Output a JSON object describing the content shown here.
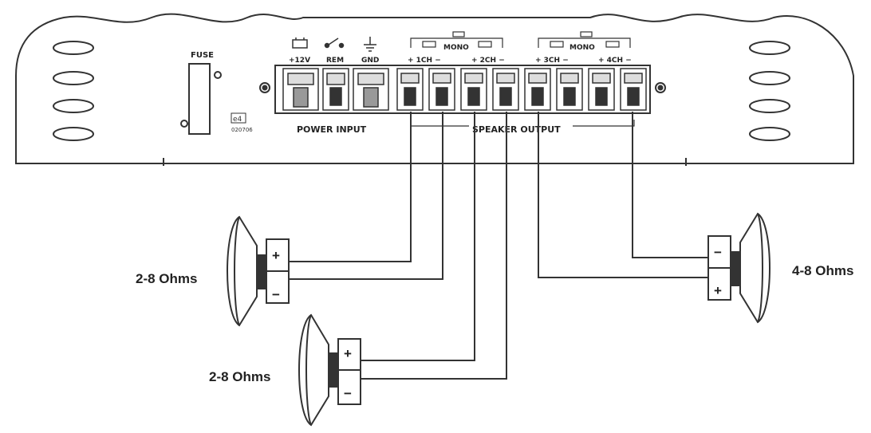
{
  "amplifier": {
    "fuse_label": "FUSE",
    "power_terminals": [
      "+12V",
      "REM",
      "GND"
    ],
    "power_input_label": "POWER INPUT",
    "speaker_output_label": "SPEAKER OUTPUT",
    "channel_labels": [
      "+ 1CH −",
      "+ 2CH −",
      "+ 3CH −",
      "+ 4CH −"
    ],
    "mono_label": "MONO",
    "small_code": "e4",
    "small_number": "020706"
  },
  "speakers": {
    "left_upper": {
      "ohms_label": "2-8 Ohms",
      "plus": "+",
      "minus": "−"
    },
    "left_lower": {
      "ohms_label": "2-8 Ohms",
      "plus": "+",
      "minus": "−"
    },
    "right": {
      "ohms_label": "4-8 Ohms",
      "plus": "+",
      "minus": "−"
    }
  },
  "colors": {
    "line": "#333333",
    "background": "#ffffff"
  }
}
